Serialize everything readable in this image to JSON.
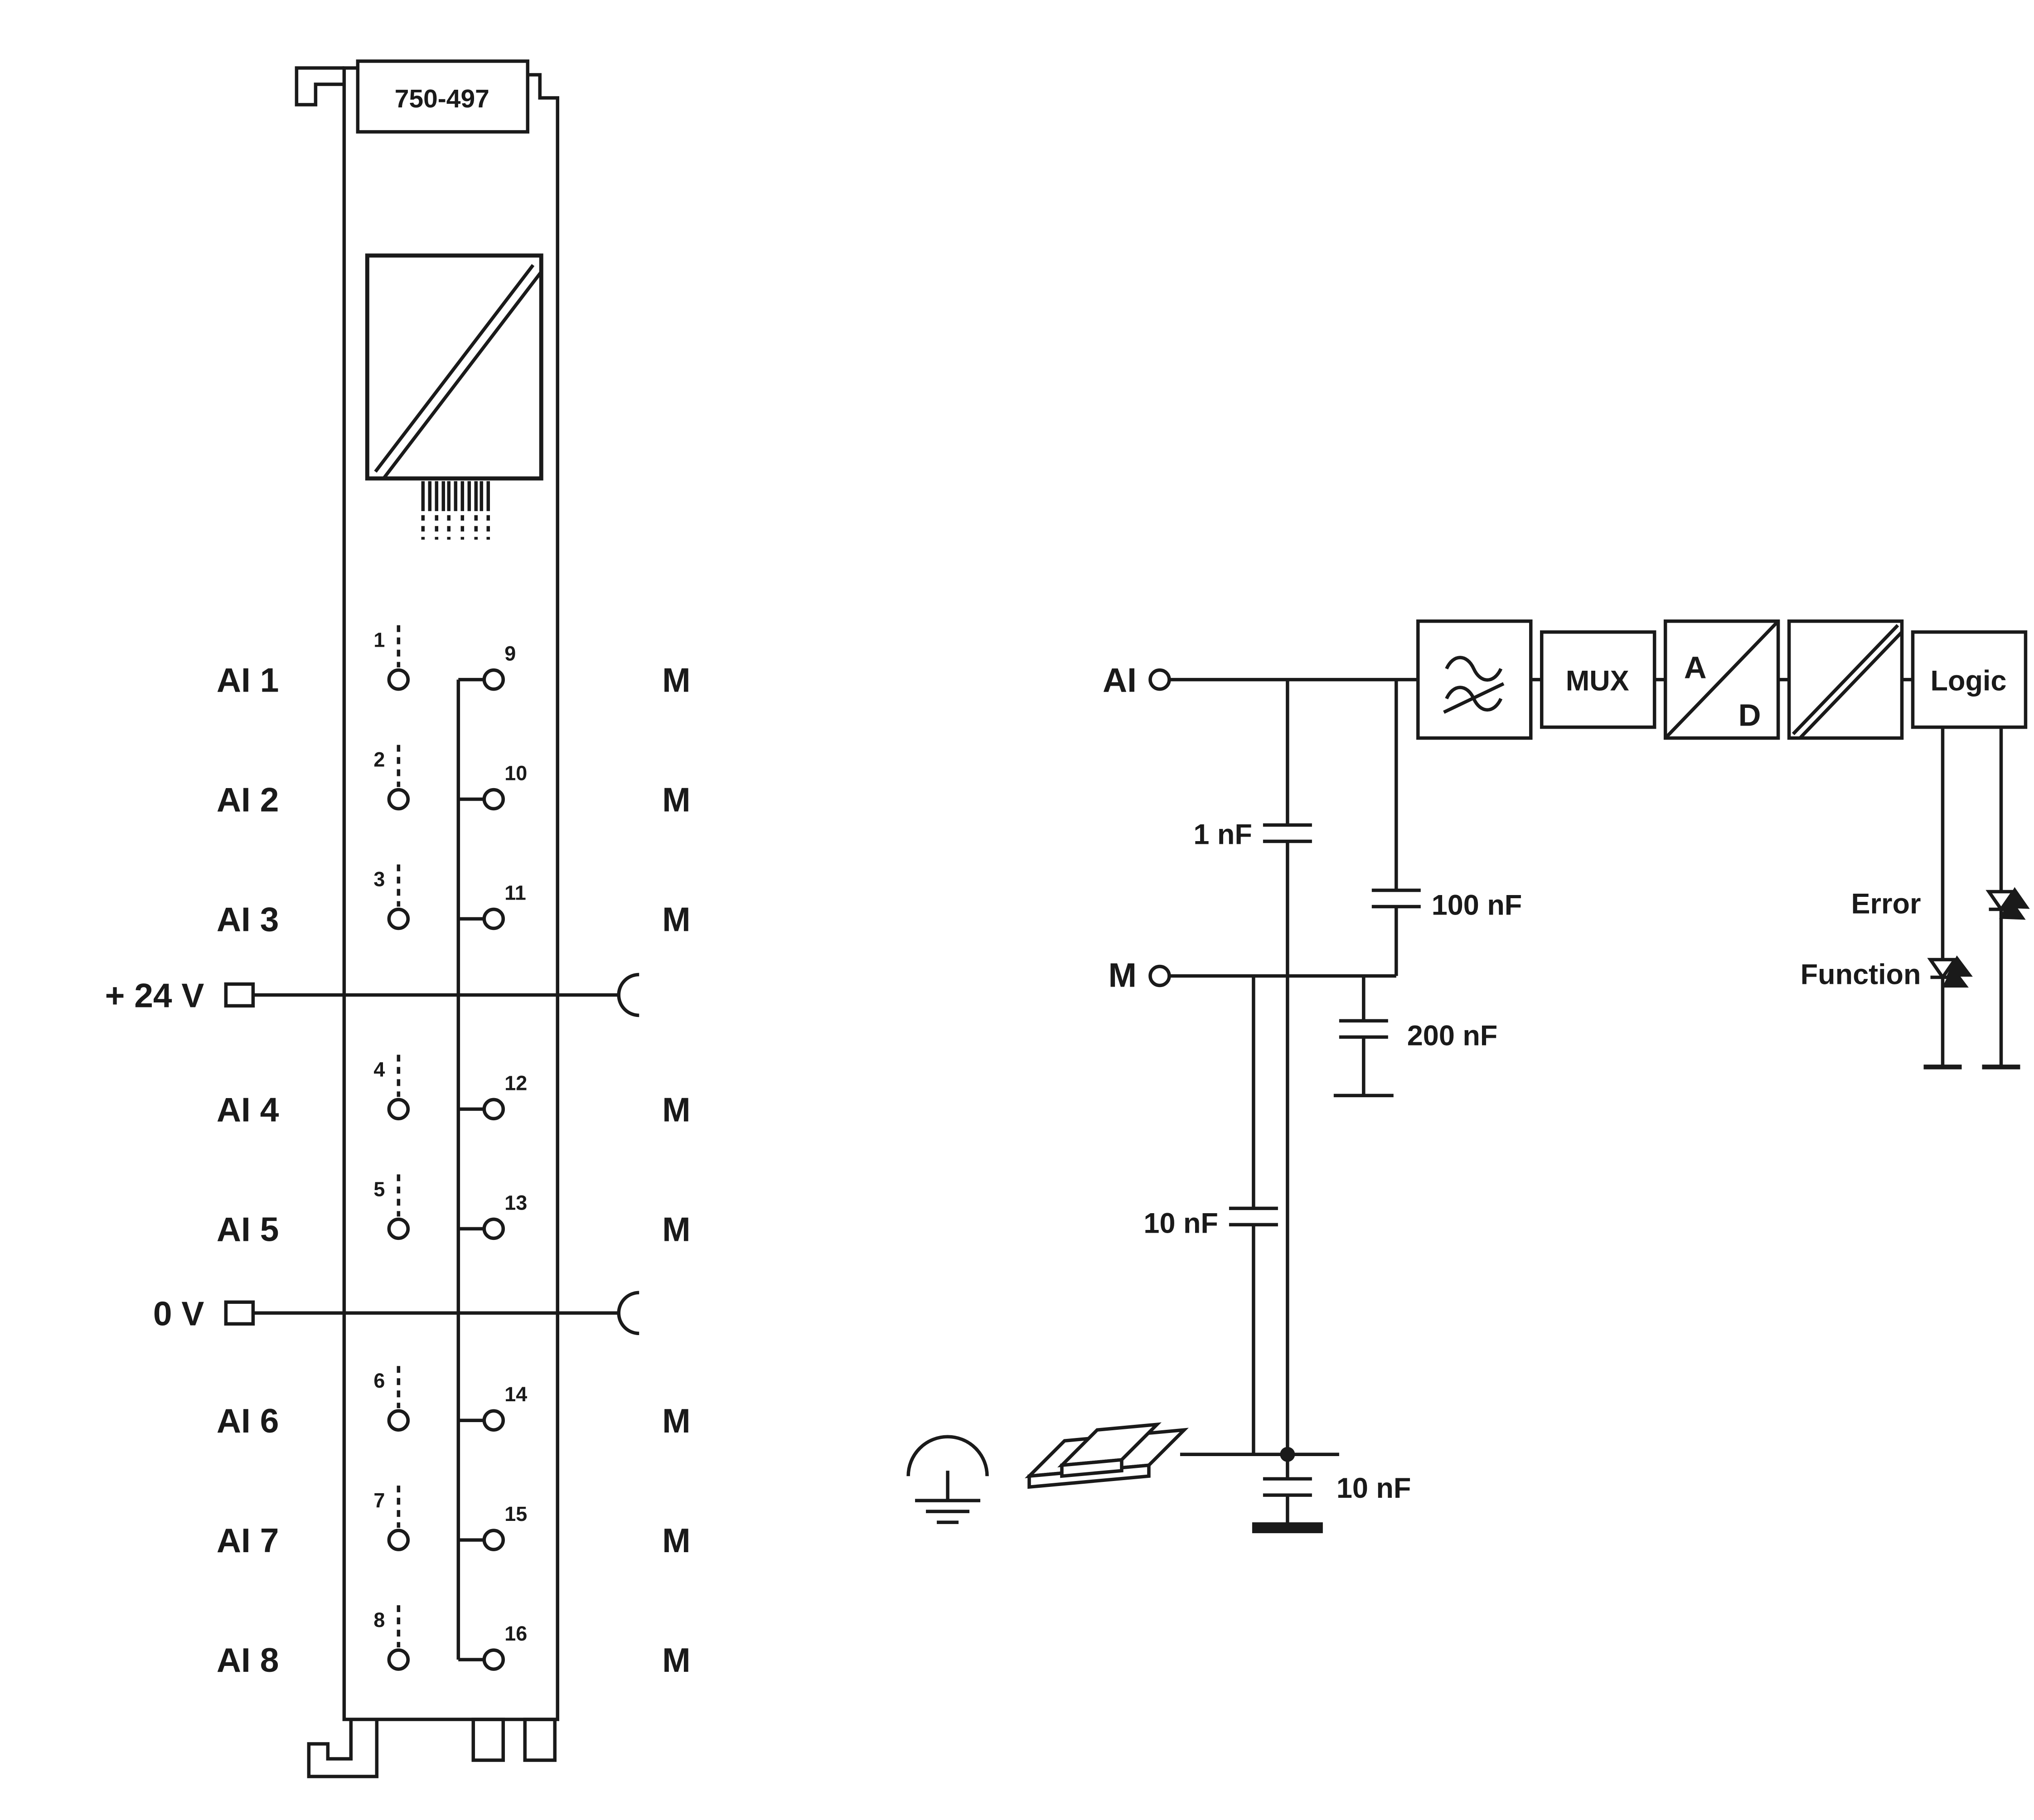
{
  "page": {
    "background": "#ffffff",
    "line_color": "#1a1a1a"
  },
  "module": {
    "part_number": "750-497",
    "power_plus_label": "+ 24 V",
    "power_minus_label": "0 V",
    "channels": [
      {
        "name": "AI 1",
        "pin_left": "1",
        "pin_right": "9",
        "pin_right_label": "M"
      },
      {
        "name": "AI 2",
        "pin_left": "2",
        "pin_right": "10",
        "pin_right_label": "M"
      },
      {
        "name": "AI 3",
        "pin_left": "3",
        "pin_right": "11",
        "pin_right_label": "M"
      },
      {
        "name": "AI 4",
        "pin_left": "4",
        "pin_right": "12",
        "pin_right_label": "M"
      },
      {
        "name": "AI 5",
        "pin_left": "5",
        "pin_right": "13",
        "pin_right_label": "M"
      },
      {
        "name": "AI 6",
        "pin_left": "6",
        "pin_right": "14",
        "pin_right_label": "M"
      },
      {
        "name": "AI 7",
        "pin_left": "7",
        "pin_right": "15",
        "pin_right_label": "M"
      },
      {
        "name": "AI 8",
        "pin_left": "8",
        "pin_right": "16",
        "pin_right_label": "M"
      }
    ]
  },
  "circuit": {
    "input_label": "AI",
    "ground_ref_label": "M",
    "cap_ai_rail": "1 nF",
    "cap_ai_m": "100 nF",
    "cap_m_gnd": "200 nF",
    "cap_m_rail": "10 nF",
    "cap_rail_earth": "10 nF",
    "block_mux": "MUX",
    "block_ad_a": "A",
    "block_ad_d": "D",
    "block_logic": "Logic",
    "led_error": "Error",
    "led_function": "Function"
  },
  "symbols": {
    "filter_icon": "double-tilde low-pass filter",
    "isolation_icon": "double diagonal galvanic isolation",
    "led_icon": "diode triangle with emission arrows",
    "earth_icon": "arc over earth bars",
    "din_rail_icon": "3d hat rail",
    "power_contact_icon": "half circle jumper contact",
    "terminal_icon": "open circle",
    "capacitor_icon": "parallel plates",
    "ground_icon": "thick bar"
  }
}
